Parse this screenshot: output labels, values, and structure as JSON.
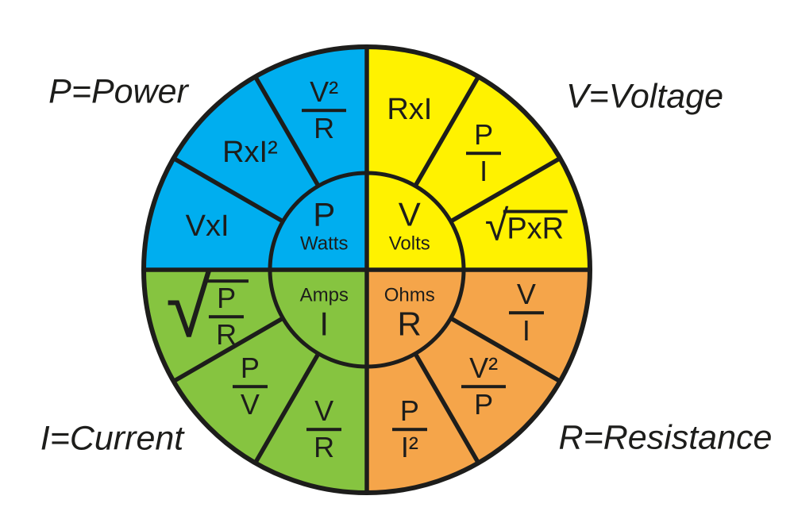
{
  "diagram": {
    "type": "ohms-law-power-wheel",
    "background_color": "#FFFFFF",
    "stroke_color": "#1D1D1B",
    "text_color": "#1D1D1B",
    "corner_labels": [
      {
        "id": "power",
        "text": "P=Power"
      },
      {
        "id": "voltage",
        "text": "V=Voltage"
      },
      {
        "id": "current",
        "text": "I=Current"
      },
      {
        "id": "resistance",
        "text": "R=Resistance"
      }
    ],
    "quadrants": [
      {
        "id": "power",
        "color": "#00AEEF",
        "center_letter": "P",
        "center_unit": "Watts",
        "formulas": [
          {
            "num": "V²",
            "den": "R"
          },
          {
            "num": "RxI²"
          },
          {
            "num": "VxI"
          }
        ]
      },
      {
        "id": "voltage",
        "color": "#FFF200",
        "center_letter": "V",
        "center_unit": "Volts",
        "formulas": [
          {
            "num": "RxI"
          },
          {
            "num": "P",
            "den": "I"
          },
          {
            "num": "PxR",
            "sqrt": true
          }
        ]
      },
      {
        "id": "current",
        "color": "#86C440",
        "center_letter": "I",
        "center_unit": "Amps",
        "formulas": [
          {
            "num": "P",
            "den": "R",
            "sqrt": true
          },
          {
            "num": "P",
            "den": "V"
          },
          {
            "num": "V",
            "den": "R"
          }
        ]
      },
      {
        "id": "resistance",
        "color": "#F5A54A",
        "center_letter": "R",
        "center_unit": "Ohms",
        "formulas": [
          {
            "num": "V",
            "den": "I"
          },
          {
            "num": "V²",
            "den": "P"
          },
          {
            "num": "P",
            "den": "I²"
          }
        ]
      }
    ]
  }
}
